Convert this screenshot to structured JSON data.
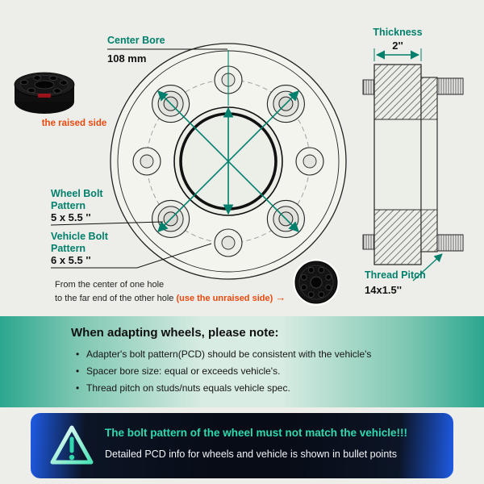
{
  "colors": {
    "label_teal": "#00806c",
    "accent_red": "#e8490f",
    "panel_teal": "#2ca78f",
    "warning_teal": "#2fd9ad",
    "warning_blue": "#1e5be4"
  },
  "front_view": {
    "center_bore_title": "Center Bore",
    "center_bore_value": "108 mm",
    "wheel_bolt_title_line1": "Wheel Bolt",
    "wheel_bolt_title_line2": "Pattern",
    "wheel_bolt_value": "5 x 5.5 ''",
    "vehicle_bolt_title_line1": "Vehicle Bolt",
    "vehicle_bolt_title_line2": "Pattern",
    "vehicle_bolt_value": "6 x 5.5 ''",
    "raised_side_label": "the raised side",
    "note_line1": "From the center of one hole",
    "note_line2": "to the far end of the other hole ",
    "note_highlight": "(use the unraised side)"
  },
  "side_view": {
    "thickness_title": "Thickness",
    "thickness_value": "2''",
    "thread_pitch_title": "Thread Pitch",
    "thread_pitch_value": "14x1.5''"
  },
  "icons": {
    "red_arrow": "→"
  },
  "note_panel": {
    "title": "When adapting wheels, please note:",
    "bullets": [
      "Adapter's bolt pattern(PCD) should be consistent with the vehicle's",
      "Spacer bore size: equal or exceeds vehicle's.",
      "Thread pitch on studs/nuts equals vehicle spec."
    ]
  },
  "warning_panel": {
    "headline": "The bolt pattern of the wheel must not match the vehicle!!!",
    "subtext": "Detailed PCD info for wheels and vehicle is shown in bullet points"
  }
}
